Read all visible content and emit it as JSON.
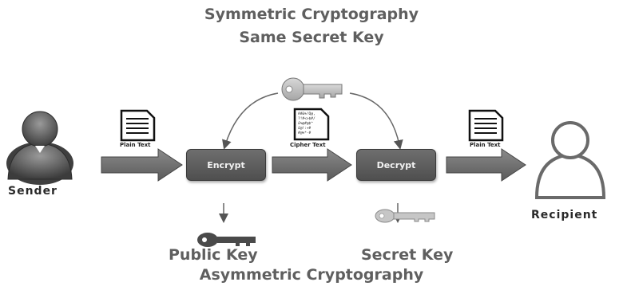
{
  "titles": {
    "line1": "Symmetric Cryptography",
    "line2": "Same Secret Key",
    "bottom": "Asymmetric Cryptography"
  },
  "actors": {
    "sender": "Sender",
    "recipient": "Recipient"
  },
  "process": {
    "encrypt": "Encrypt",
    "decrypt": "Decrypt"
  },
  "documents": {
    "plain_text_left": "Plain Text",
    "cipher_text": "Cipher Text",
    "plain_text_right": "Plain Text",
    "cipher_lines": [
      "A#&%!Q@,",
      "?!#<>$#/",
      "£%@#@$^",
      "£@!:+#",
      "#@%*-#"
    ]
  },
  "keys": {
    "public_key": "Public Key",
    "secret_key": "Secret Key"
  },
  "colors": {
    "title_gray": "#5f5f5f",
    "box_gray": "#5a5a5a",
    "arrow_gray": "#6a6a6a",
    "dark_key": "#4a4a4a",
    "light_key": "#b8b8b8"
  }
}
